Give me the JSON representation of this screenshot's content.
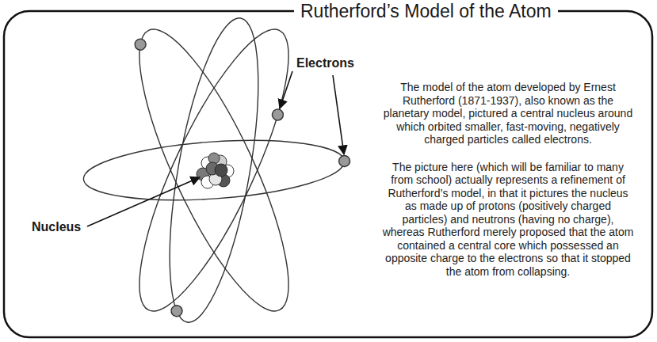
{
  "diagram": {
    "title": "Rutherford’s Model of the Atom",
    "labels": [
      "Electrons",
      "Nucleus",
      "The model of the atom developed by Ernest Rutherford (1871-1937), also known as the planetary model, pictured a central nucleus around which orbited smaller, fast-moving, negatively charged particles called electrons.",
      "The picture here (which will be familiar to many from school) actually represents a refinement of Rutherford’s model, in that it pictures the nucleus as made up of protons (positively charged particles) and neutrons (having no charge), whereas Rutherford merely proposed that the atom contained a central core which possessed an opposite charge to the electrons so that it stopped the atom from collapsing."
    ]
  }
}
